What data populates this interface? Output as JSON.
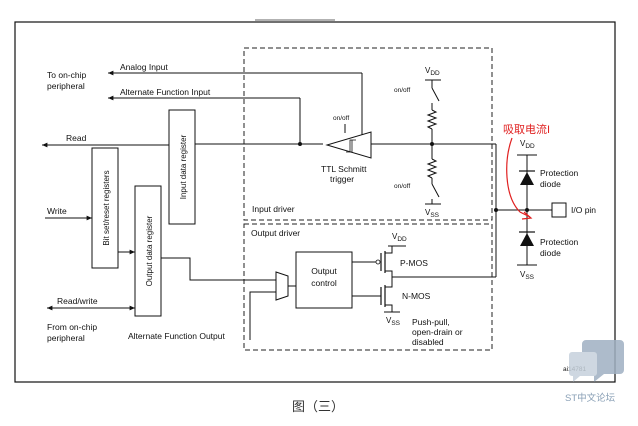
{
  "diagram": {
    "labels": {
      "to_onchip": [
        "To on-chip",
        "peripheral"
      ],
      "analog_input": "Analog Input",
      "alt_func_input": "Alternate Function Input",
      "read": "Read",
      "write": "Write",
      "read_write": "Read/write",
      "from_onchip": [
        "From on-chip",
        "peripheral"
      ],
      "alt_func_output": "Alternate Function Output",
      "input_data_register": "Input data register",
      "bit_set_reset_registers": "Bit set/reset registers",
      "output_data_register": "Output data register",
      "on_off_schmitt": "on/off",
      "ttl_schmitt": [
        "TTL Schmitt",
        "trigger"
      ],
      "input_driver": "Input driver",
      "output_driver": "Output driver",
      "output_control": [
        "Output",
        "control"
      ],
      "pmos": "P-MOS",
      "nmos": "N-MOS",
      "push_pull": [
        "Push-pull,",
        "open-drain or",
        "disabled"
      ],
      "on_off_top": "on/off",
      "on_off_bottom": "on/off",
      "vdd": "V",
      "vdd_sub": "DD",
      "vss": "V",
      "vss_sub": "SS",
      "protection_diode_top": [
        "Protection",
        "diode"
      ],
      "protection_diode_bottom": [
        "Protection",
        "diode"
      ],
      "io_pin": "I/O pin",
      "annotation": "吸取电流I",
      "figure_id": "ai14781"
    },
    "caption": "图（三）",
    "watermark": "ST中文论坛",
    "colors": {
      "annotation": "#e02020",
      "line": "#111111",
      "watermark": "#8aa0b6"
    }
  }
}
